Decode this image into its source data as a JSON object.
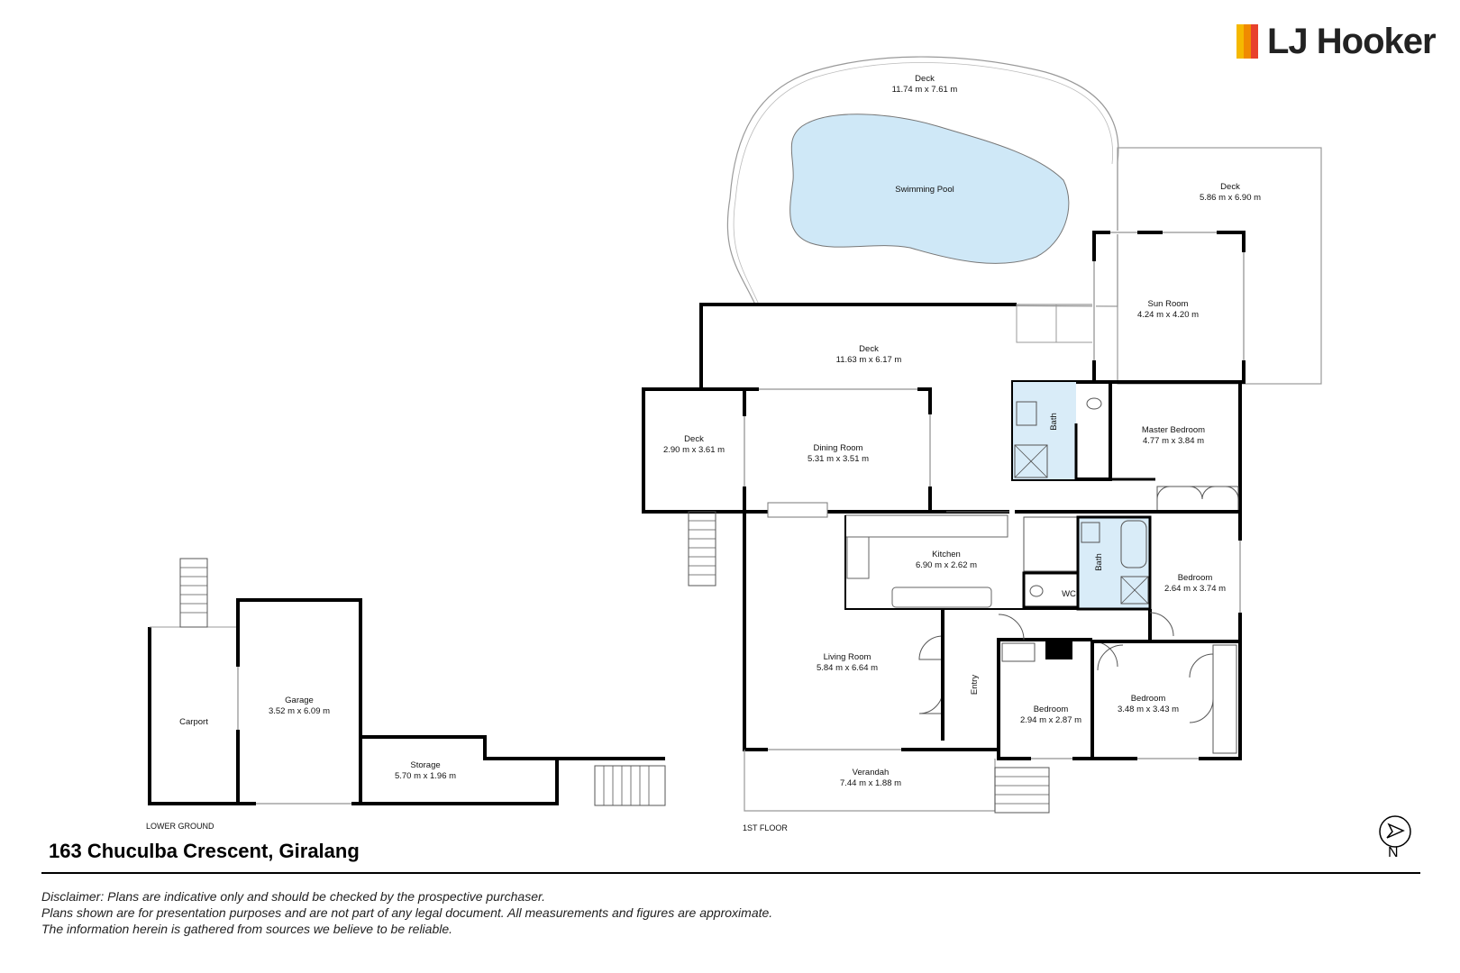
{
  "brand": {
    "name": "LJ Hooker",
    "colors": [
      "#f5b800",
      "#f08a00",
      "#e8412c"
    ]
  },
  "address": "163 Chuculba Crescent, Giralang",
  "levels": {
    "lower": "LOWER GROUND",
    "first": "1ST FLOOR"
  },
  "rooms": {
    "deck_pool": {
      "name": "Deck",
      "dims": "11.74 m x 7.61 m"
    },
    "pool": {
      "name": "Swimming Pool"
    },
    "deck_east": {
      "name": "Deck",
      "dims": "5.86 m x 6.90 m"
    },
    "sun_room": {
      "name": "Sun Room",
      "dims": "4.24 m x 4.20 m"
    },
    "deck_main": {
      "name": "Deck",
      "dims": "11.63 m x 6.17 m"
    },
    "deck_west": {
      "name": "Deck",
      "dims": "2.90 m x 3.61 m"
    },
    "dining": {
      "name": "Dining Room",
      "dims": "5.31 m x 3.51 m"
    },
    "bath_master": {
      "name": "Bath"
    },
    "master_bed": {
      "name": "Master Bedroom",
      "dims": "4.77 m x 3.84 m"
    },
    "kitchen": {
      "name": "Kitchen",
      "dims": "6.90 m x 2.62 m"
    },
    "bath2": {
      "name": "Bath"
    },
    "wc": {
      "name": "WC"
    },
    "bed_east": {
      "name": "Bedroom",
      "dims": "2.64 m x 3.74 m"
    },
    "living": {
      "name": "Living Room",
      "dims": "5.84 m x 6.64 m"
    },
    "entry": {
      "name": "Entry"
    },
    "bed_mid": {
      "name": "Bedroom",
      "dims": "2.94 m x 2.87 m"
    },
    "bed_se": {
      "name": "Bedroom",
      "dims": "3.48 m x 3.43 m"
    },
    "verandah": {
      "name": "Verandah",
      "dims": "7.44 m x 1.88 m"
    },
    "carport": {
      "name": "Carport"
    },
    "garage": {
      "name": "Garage",
      "dims": "3.52 m x 6.09 m"
    },
    "storage": {
      "name": "Storage",
      "dims": "5.70 m x 1.96 m"
    }
  },
  "disclaimer": {
    "lead": "Disclaimer:",
    "line1": " Plans are indicative only and should be checked by the prospective purchaser.",
    "line2": "Plans shown are for presentation purposes and are not part of any legal document. All measurements and figures are approximate.",
    "line3": "The information herein is gathered from sources we believe to be reliable."
  },
  "north": "N",
  "colors": {
    "wall": "#000000",
    "pool": "#cfe8f7",
    "outline": "#888888"
  }
}
